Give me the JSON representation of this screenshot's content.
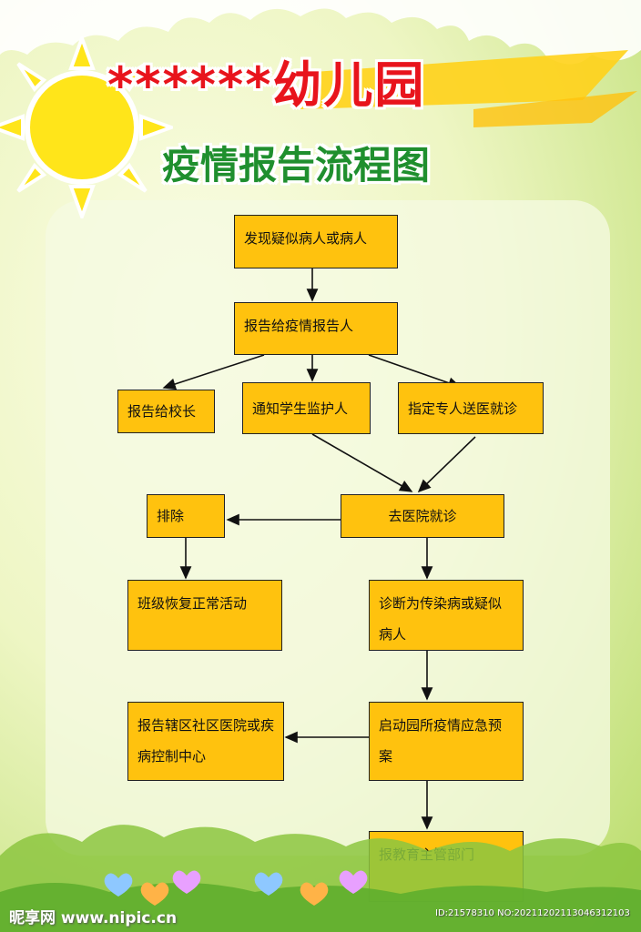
{
  "title": {
    "main": "******幼儿园",
    "sub": "疫情报告流程图"
  },
  "nodes": {
    "n1": "发现疑似病人或病人",
    "n2": "报告给疫情报告人",
    "n3": "报告给校长",
    "n4": "通知学生监护人",
    "n5": "指定专人送医就诊",
    "n6": "去医院就诊",
    "n7": "排除",
    "n8": "班级恢复正常活动",
    "n9": "诊断为传染病或疑似病人",
    "n10": "报告辖区社区医院或疾病控制中心",
    "n11": "启动园所疫情应急预案",
    "n12": "报教育主管部门"
  },
  "watermark": {
    "left": "昵享网 www.nipic.cn",
    "right": "ID:21578310 NO:20211202113046312103"
  },
  "colors": {
    "node_fill": "#ffc20e",
    "title_red": "#e8141c",
    "title_green": "#1f8f2e"
  }
}
